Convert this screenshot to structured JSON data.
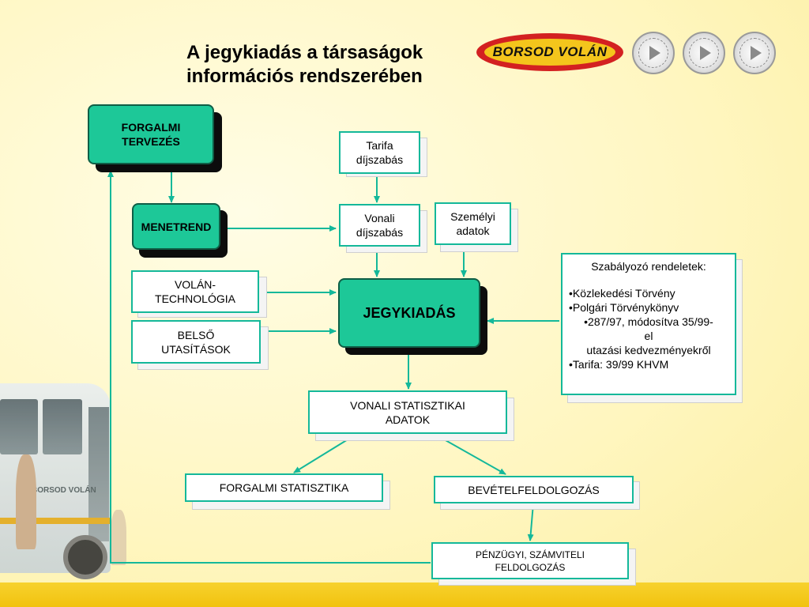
{
  "title": "A jegykiadás a társaságok\ninformációs rendszerében",
  "brand": "BORSOD VOLÁN",
  "nodes": {
    "forgalmi_tervezes": "FORGALMI\nTERVEZÉS",
    "menetrend": "MENETREND",
    "tarifa_dijszabas": "Tarifa\ndíjszabás",
    "vonali_dijszabas": "Vonali\ndíjszabás",
    "szemelyi_adatok": "Személyi\nadatok",
    "volan_technologia": "VOLÁN-\nTECHNOLÓGIA",
    "belso_utasitasok": "BELSŐ\nUTASÍTÁSOK",
    "jegykiadas": "JEGYKIADÁS",
    "vonali_statisztikai": "VONALI STATISZTIKAI\nADATOK",
    "forgalmi_statisztika": "FORGALMI STATISZTIKA",
    "bevetelfeldolgozas": "BEVÉTELFELDOLGOZÁS",
    "penzugyi": "PÉNZÜGYI, SZÁMVITELI\nFELDOLGOZÁS"
  },
  "rules": {
    "heading": "Szabályozó rendeletek:",
    "items": [
      "•Közlekedési Törvény",
      "•Polgári Törvénykönyv",
      "•287/97, módosítva 35/99-\nel",
      "utazási kedvezményekről",
      "•Tarifa: 39/99 KHVM"
    ]
  },
  "colors": {
    "accent_green": "#1dc898",
    "connector": "#14b89a",
    "background": "#fff8c4",
    "band": "#f1c20f",
    "brand_red": "#d32121"
  }
}
